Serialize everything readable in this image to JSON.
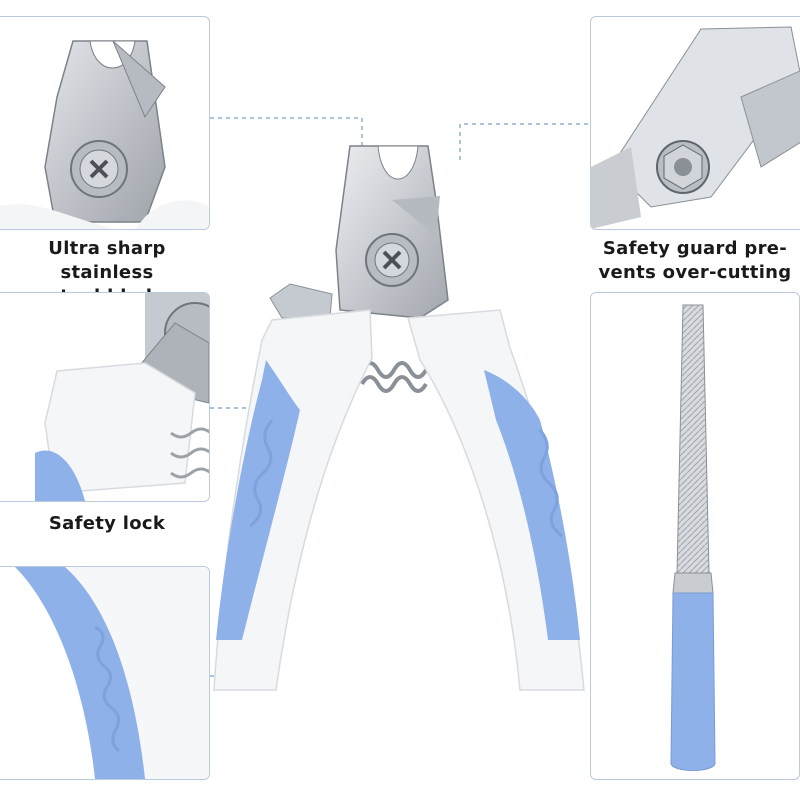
{
  "captions": {
    "blade": {
      "line1": "Ultra sharp stainless",
      "line2": "steel blade"
    },
    "guard": {
      "line1": "Safety guard pre-",
      "line2": "vents over-cutting"
    },
    "lock": "Safety lock"
  },
  "colors": {
    "accent_blue": "#8fb1ea",
    "steel": "#c9cdd2",
    "panel_border": "#b9cbdc",
    "guide_line": "#8fb0cf"
  }
}
